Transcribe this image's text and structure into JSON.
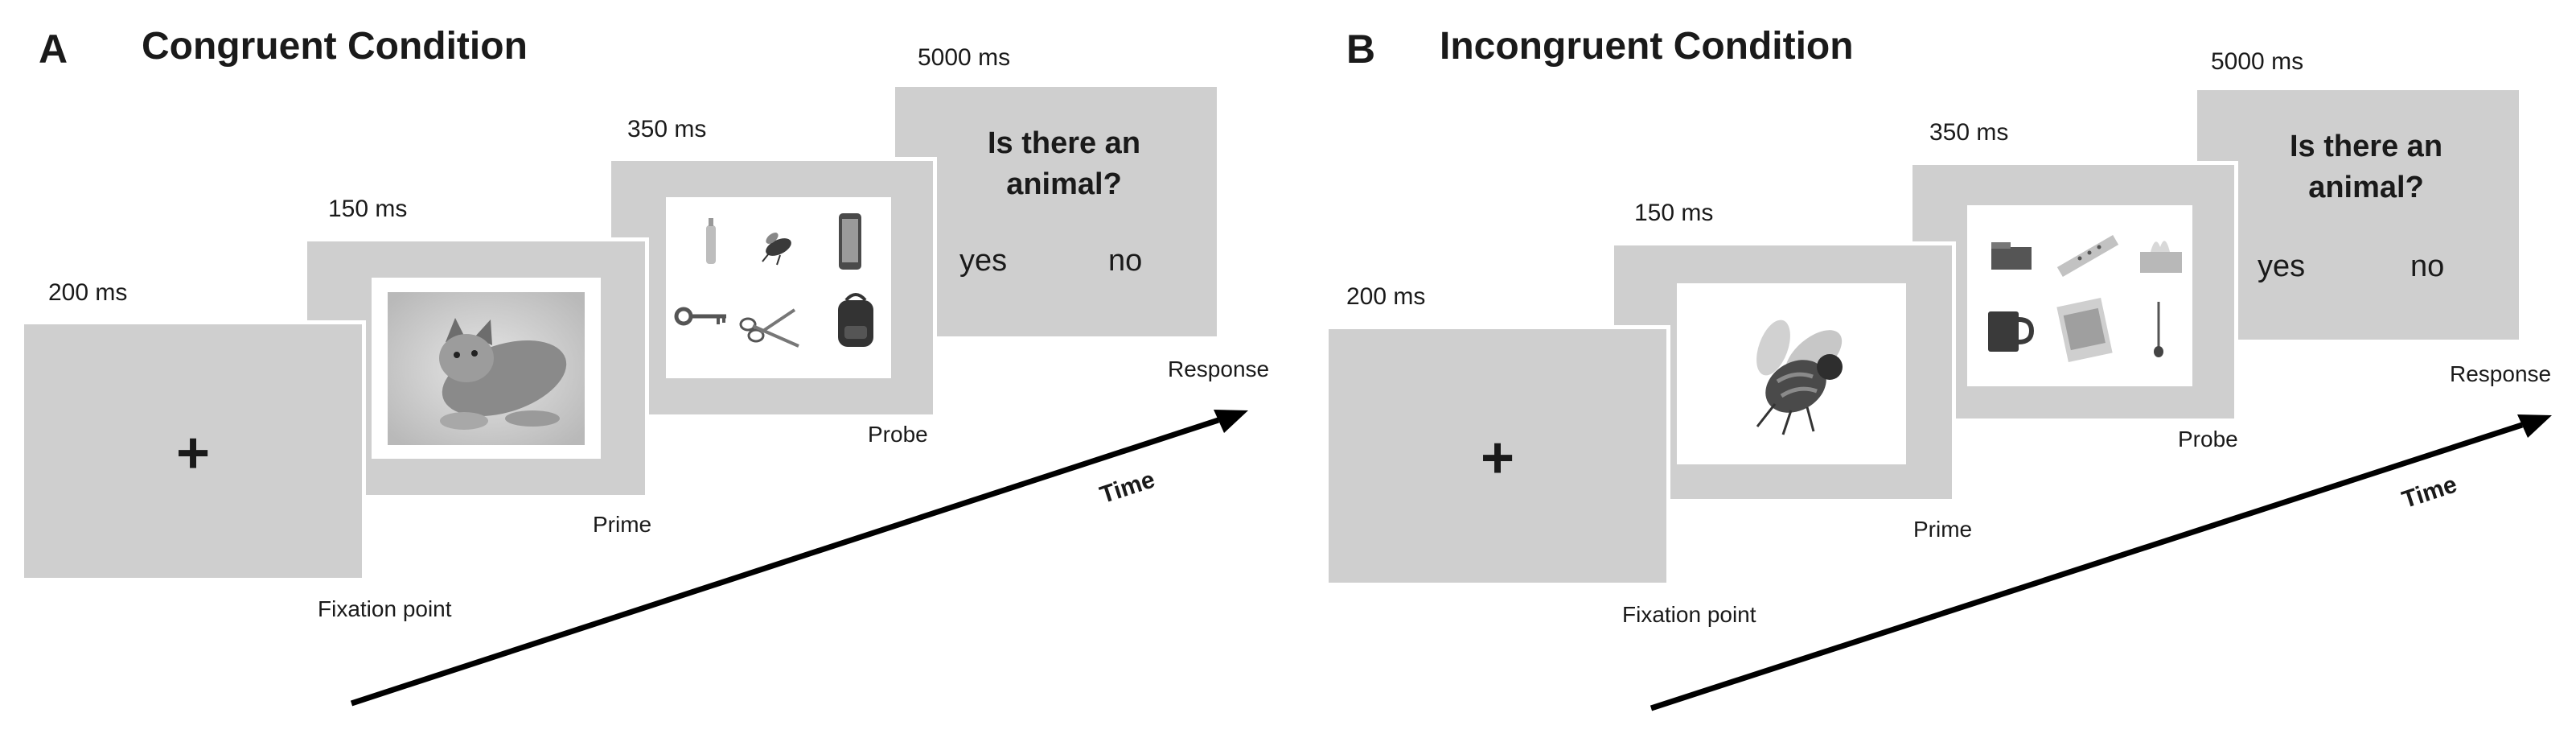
{
  "panels": [
    {
      "letter": "A",
      "title": "Congruent Condition",
      "fixation": {
        "duration": "200 ms",
        "symbol": "+",
        "label": "Fixation point"
      },
      "prime": {
        "duration": "150 ms",
        "label": "Prime",
        "image": "cat-photo"
      },
      "probe": {
        "duration": "350 ms",
        "label": "Probe",
        "objects": [
          "bottle",
          "fly",
          "phone",
          "key",
          "scissors",
          "backpack"
        ]
      },
      "response": {
        "duration": "5000 ms",
        "question": "Is there an animal?",
        "yes": "yes",
        "no": "no",
        "label": "Response"
      },
      "axis_label": "Time"
    },
    {
      "letter": "B",
      "title": "Incongruent Condition",
      "fixation": {
        "duration": "200 ms",
        "symbol": "+",
        "label": "Fixation point"
      },
      "prime": {
        "duration": "150 ms",
        "label": "Prime",
        "image": "bee-photo"
      },
      "probe": {
        "duration": "350 ms",
        "label": "Probe",
        "objects": [
          "wallet",
          "flute",
          "tissue-box",
          "mug",
          "tray",
          "spoon"
        ]
      },
      "response": {
        "duration": "5000 ms",
        "question": "Is there an animal?",
        "yes": "yes",
        "no": "no",
        "label": "Response"
      },
      "axis_label": "Time"
    }
  ],
  "colors": {
    "screen": "#cfcfcf",
    "image_bg": "#ffffff",
    "text": "#1a1a1a",
    "arrow": "#000000"
  }
}
